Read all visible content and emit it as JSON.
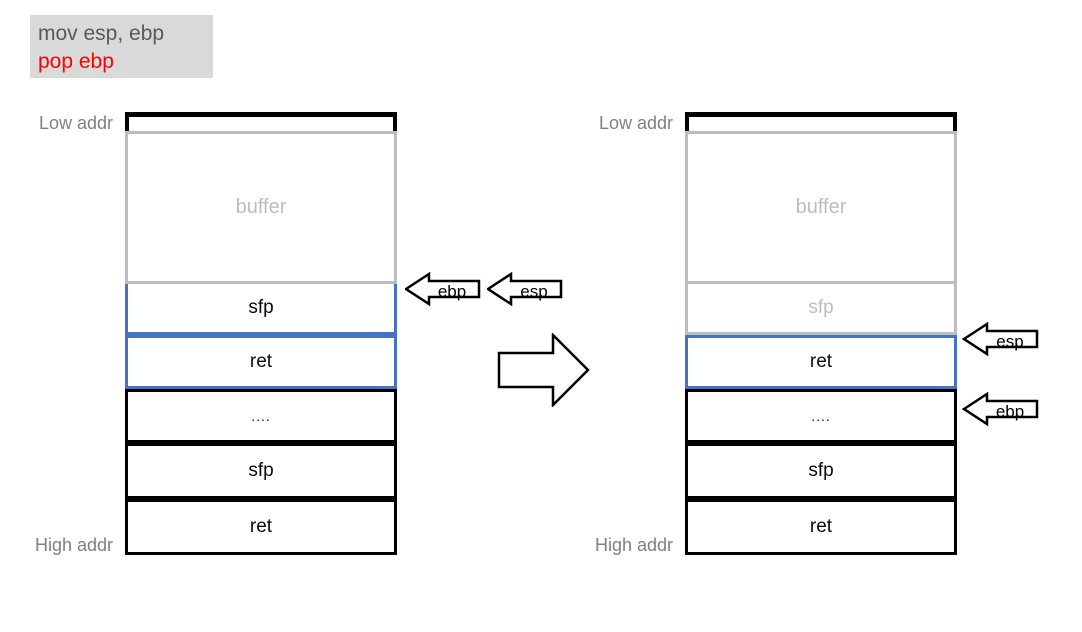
{
  "code_block": {
    "line1": "mov esp, ebp",
    "line2": "pop ebp"
  },
  "labels": {
    "low_addr_left": "Low addr",
    "high_addr_left": "High addr",
    "low_addr_right": "Low addr",
    "high_addr_right": "High addr"
  },
  "left_stack": {
    "buffer": "buffer",
    "sfp1": "sfp",
    "ret1": "ret",
    "dots": "....",
    "sfp2": "sfp",
    "ret2": "ret",
    "ebp_pointer": "ebp",
    "esp_pointer": "esp"
  },
  "right_stack": {
    "buffer": "buffer",
    "sfp1": "sfp",
    "ret1": "ret",
    "dots": "....",
    "sfp2": "sfp",
    "ret2": "ret",
    "esp_pointer": "esp",
    "ebp_pointer": "ebp"
  },
  "colors": {
    "accent_blue": "#4472C4",
    "inactive_gray": "#BDBDBD",
    "label_gray": "#808080",
    "code_bg": "#D9D9D9",
    "code_text": "#595959",
    "code_highlight": "#FF0000"
  }
}
